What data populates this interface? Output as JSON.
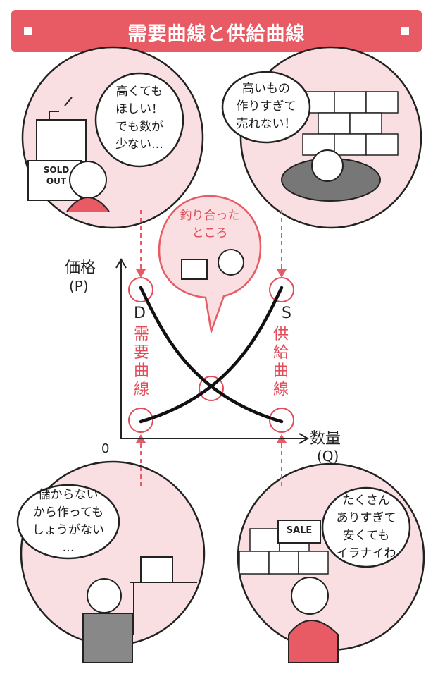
{
  "title": "需要曲線と供給曲線",
  "bubbles": {
    "top_left": [
      "高くても",
      "ほしい！",
      "でも数が",
      "少ない…"
    ],
    "top_right": [
      "高いもの",
      "作りすぎて",
      "売れない！"
    ],
    "center": [
      "釣り合った",
      "ところ"
    ],
    "bottom_left": [
      "儲からない",
      "から作っても",
      "しょうがない",
      "…"
    ],
    "bottom_right": [
      "たくさん",
      "ありすぎて",
      "安くても",
      "イラナイわ"
    ]
  },
  "signs": {
    "sold_out": [
      "SOLD",
      "OUT"
    ],
    "sale": "SALE"
  },
  "axes": {
    "y_label": "価格",
    "y_unit": "(P)",
    "x_label": "数量",
    "x_unit": "(Q)",
    "origin": "0"
  },
  "curves": {
    "demand_letter": "D",
    "demand_label": "需要曲線",
    "supply_letter": "S",
    "supply_label": "供給曲線"
  },
  "colors": {
    "accent": "#e85a64",
    "circle_fill": "#f9dfe2",
    "curve": "#111111"
  }
}
